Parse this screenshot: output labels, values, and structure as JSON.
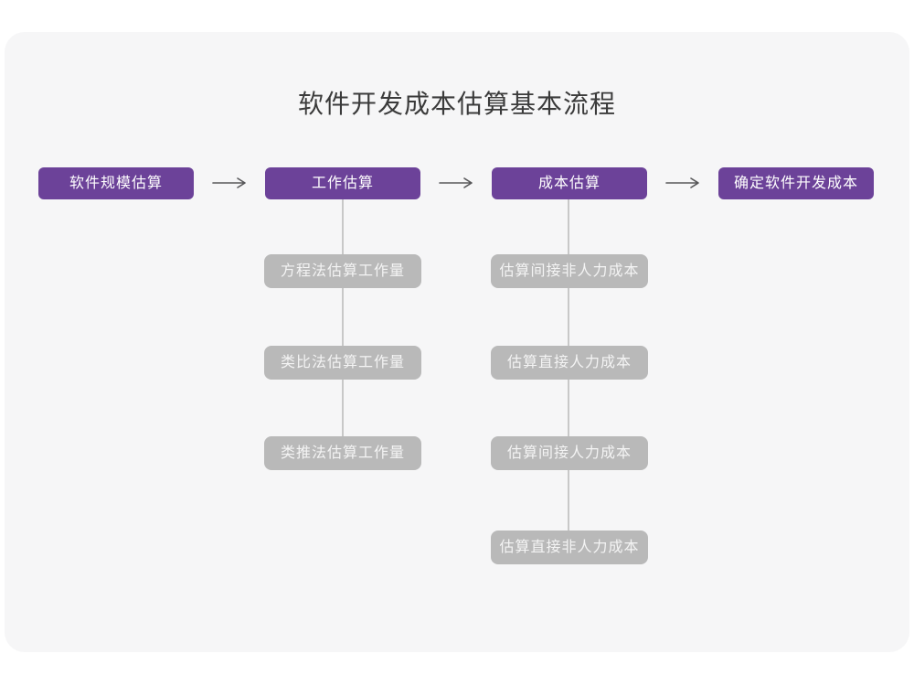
{
  "page": {
    "title": "软件开发成本估算基本流程"
  },
  "colors": {
    "page_background": "#ffffff",
    "card_background": "#f6f6f7",
    "main_node_purple": "#6c4299",
    "sub_node_gray": "#b9b9b9",
    "node_text": "#ffffff",
    "title_text": "#3b3b3b",
    "arrow": "#58585a",
    "connector_line": "#c8c8c8"
  },
  "flow": {
    "main_steps": [
      {
        "label": "软件规模估算"
      },
      {
        "label": "工作估算"
      },
      {
        "label": "成本估算"
      },
      {
        "label": "确定软件开发成本"
      }
    ],
    "work_estimation_methods": [
      {
        "label": "方程法估算工作量"
      },
      {
        "label": "类比法估算工作量"
      },
      {
        "label": "类推法估算工作量"
      }
    ],
    "cost_estimation_methods": [
      {
        "label": "估算间接非人力成本"
      },
      {
        "label": "估算直接人力成本"
      },
      {
        "label": "估算间接人力成本"
      },
      {
        "label": "估算直接非人力成本"
      }
    ]
  }
}
